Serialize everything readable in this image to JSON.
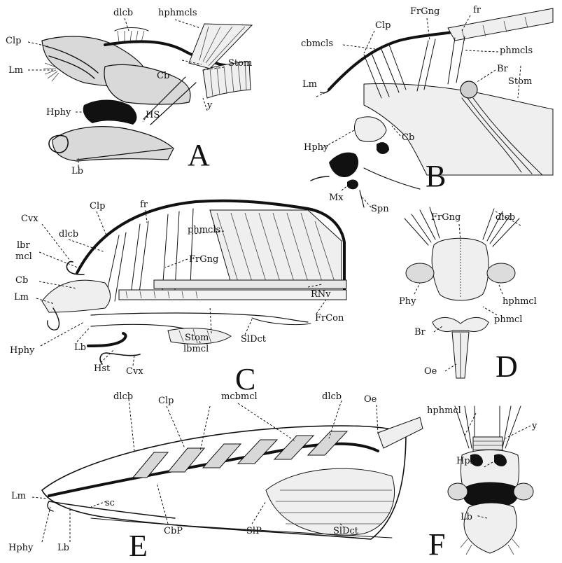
{
  "figure": {
    "panels": [
      {
        "id": "A",
        "letter": "A",
        "labels": [
          "Clp",
          "dlcb",
          "hphmcls",
          "Lm",
          "Cb",
          "Stom",
          "Hphy",
          "y",
          "HS",
          "Lb"
        ]
      },
      {
        "id": "B",
        "letter": "B",
        "labels": [
          "Clp",
          "FrGng",
          "fr",
          "cbmcls",
          "phmcls",
          "Br",
          "Lm",
          "Stom",
          "Hphy",
          "Cb",
          "Mx",
          "Spn"
        ]
      },
      {
        "id": "C",
        "letter": "C",
        "labels": [
          "Clp",
          "fr",
          "Cvx",
          "dlcb",
          "phmcls",
          "lbr",
          "mcl",
          "FrGng",
          "Cb",
          "Lm",
          "RNv",
          "FrCon",
          "Hphy",
          "Lb",
          "Stom",
          "SlDct",
          "lbmcl",
          "Hst",
          "Cvx"
        ]
      },
      {
        "id": "D",
        "letter": "D",
        "labels": [
          "FrGng",
          "dlcb",
          "Phy",
          "hphmcl",
          "phmcl",
          "Br",
          "Oe"
        ]
      },
      {
        "id": "E",
        "letter": "E",
        "labels": [
          "dlcb",
          "Clp",
          "mcbmcl",
          "dlcb",
          "Oe",
          "Lm",
          "Hphy",
          "Lb",
          "sc",
          "CbP",
          "SlP",
          "SlDct"
        ]
      },
      {
        "id": "F",
        "letter": "F",
        "labels": [
          "hphmcl",
          "y",
          "Hphy",
          "Lb"
        ]
      }
    ]
  }
}
